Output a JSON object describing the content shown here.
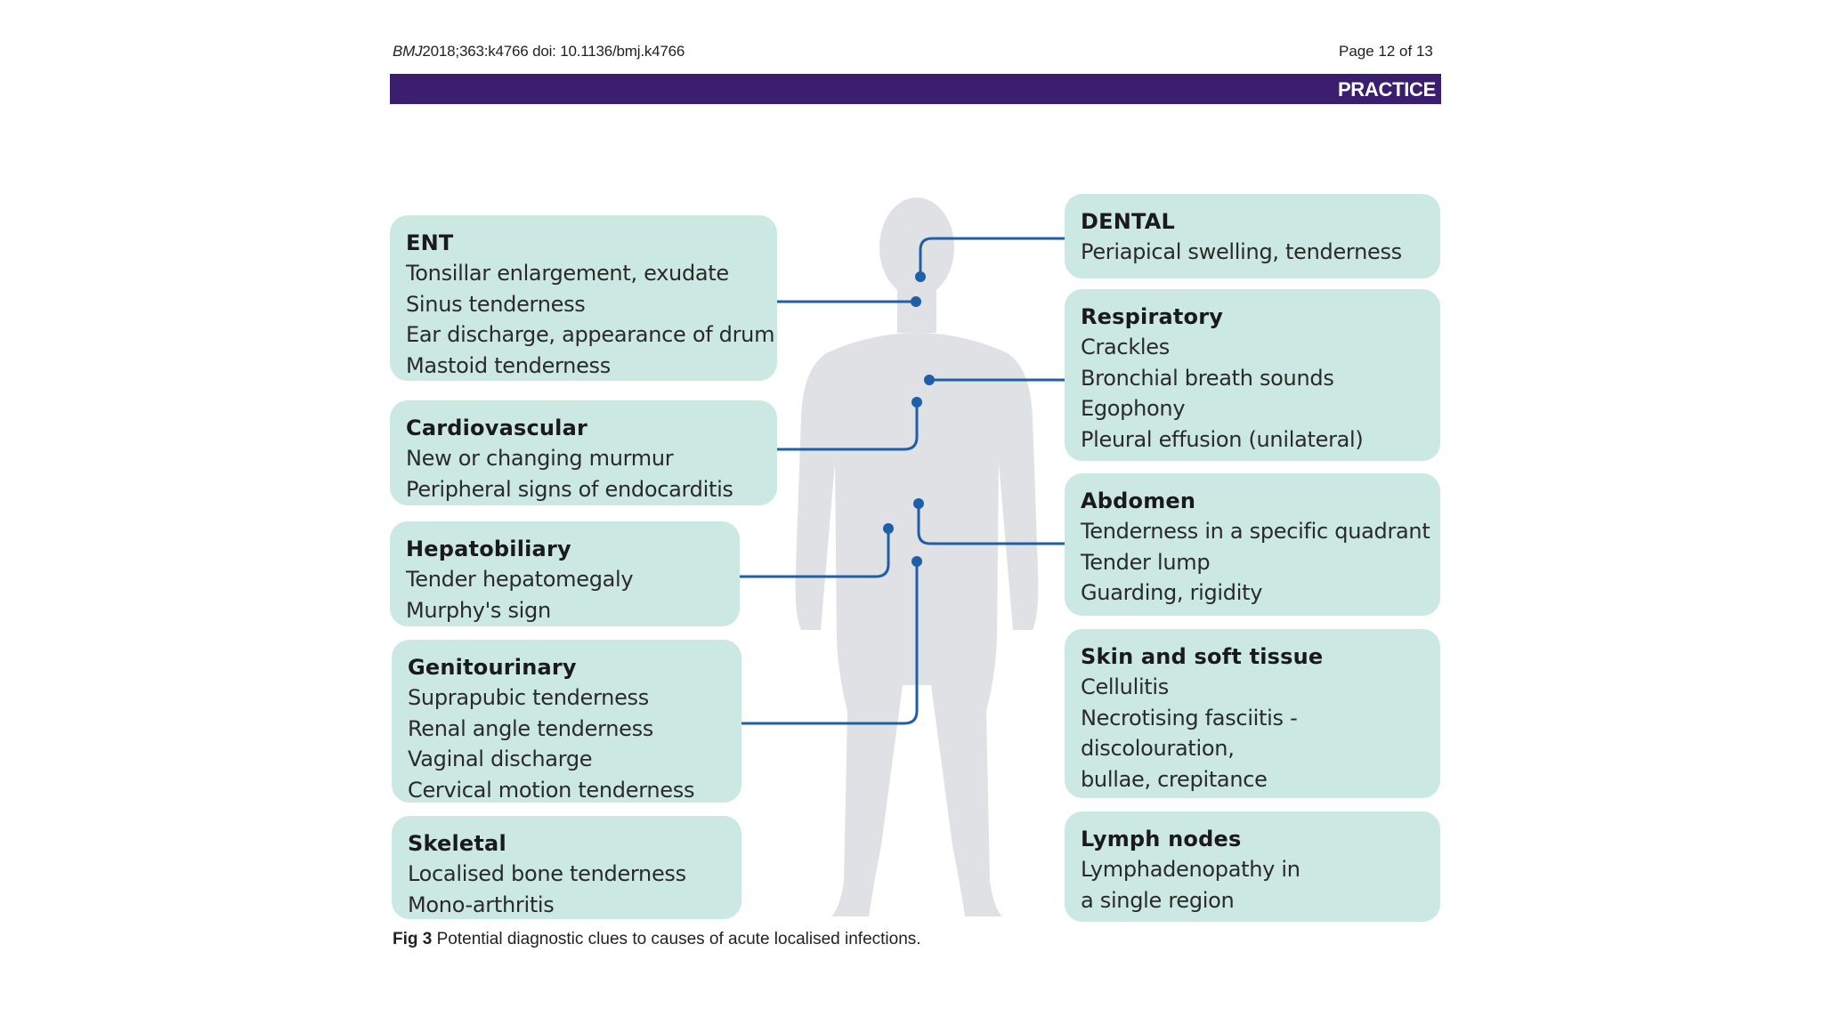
{
  "header": {
    "journal": "BMJ",
    "citation": "2018;363:k4766 doi: 10.1136/bmj.k4766",
    "page": "Page 12 of 13",
    "section": "PRACTICE"
  },
  "colors": {
    "band": "#3b1e6e",
    "box_fill": "#cbe8e3",
    "body_silhouette": "#dfe1e4",
    "connector": "#1f5fa8"
  },
  "boxes": {
    "ent": {
      "title": "ENT",
      "lines": [
        "Tonsillar enlargement, exudate",
        "Sinus tenderness",
        "Ear discharge, appearance of drum",
        "Mastoid tenderness"
      ]
    },
    "cardio": {
      "title": "Cardiovascular",
      "lines": [
        "New or changing murmur",
        "Peripheral signs of endocarditis"
      ]
    },
    "hepato": {
      "title": "Hepatobiliary",
      "lines": [
        "Tender hepatomegaly",
        "Murphy's sign"
      ]
    },
    "genito": {
      "title": "Genitourinary",
      "lines": [
        "Suprapubic tenderness",
        "Renal angle tenderness",
        "Vaginal discharge",
        "Cervical motion tenderness"
      ]
    },
    "skeletal": {
      "title": "Skeletal",
      "lines": [
        "Localised bone tenderness",
        "Mono-arthritis"
      ]
    },
    "dental": {
      "title": "DENTAL",
      "lines": [
        "Periapical swelling, tenderness"
      ]
    },
    "resp": {
      "title": "Respiratory",
      "lines": [
        "Crackles",
        "Bronchial breath sounds",
        "Egophony",
        "Pleural effusion (unilateral)"
      ]
    },
    "abdomen": {
      "title": "Abdomen",
      "lines": [
        "Tenderness in a specific quadrant",
        "Tender lump",
        "Guarding, rigidity"
      ]
    },
    "skin": {
      "title": "Skin and soft tissue",
      "lines": [
        "Cellulitis",
        "Necrotising fasciitis -",
        "discolouration,",
        "bullae, crepitance"
      ]
    },
    "lymph": {
      "title": "Lymph nodes",
      "lines": [
        "Lymphadenopathy in",
        "a single region"
      ]
    }
  },
  "caption": {
    "label": "Fig 3",
    "text": "Potential diagnostic clues to causes of acute localised infections."
  }
}
